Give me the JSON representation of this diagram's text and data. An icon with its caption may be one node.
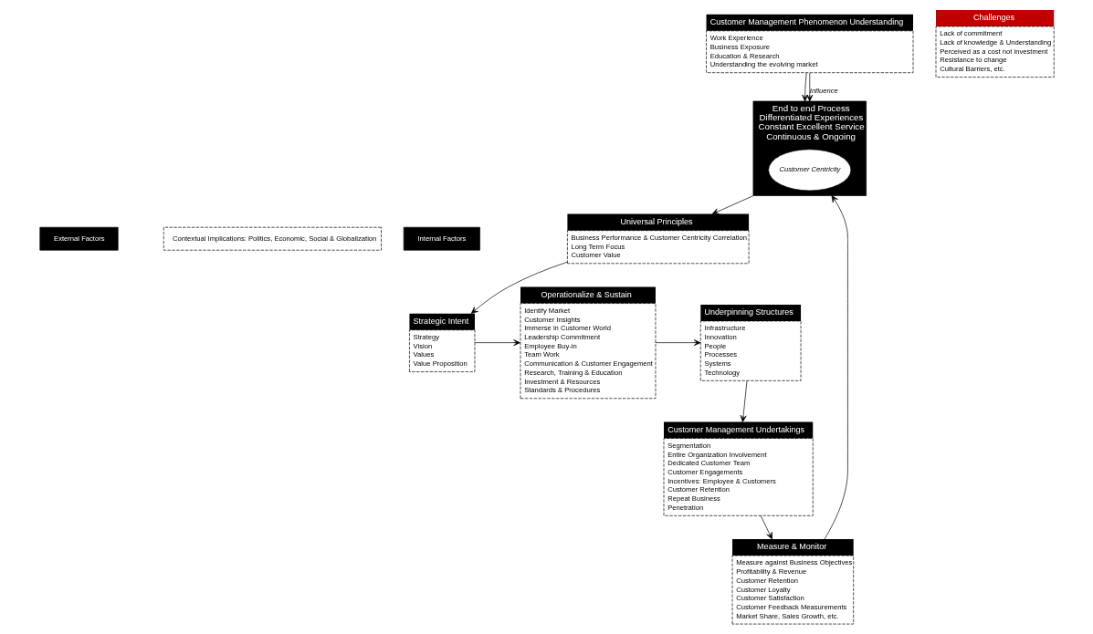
{
  "diagram": {
    "nodes": [
      {
        "text": [
          "External Factors"
        ]
      },
      {
        "text": [
          "Contextual Implications: Politics, Economic, Social & Globalization"
        ]
      },
      {
        "text": [
          "Internal Factors"
        ]
      },
      {
        "text": [
          "Strategic Intent",
          "Strategy",
          "Vision",
          "Values",
          "Value Proposition"
        ]
      },
      {
        "text": [
          "Operationalize & Sustain",
          "Identify Market",
          "Customer Insights",
          "Immerse in Customer World",
          "Leadership Commitment",
          "Employee Buy-in",
          "Team Work",
          "Communication & Customer Engagement",
          "Research, Training & Education",
          "Investment & Resources",
          "Standards & Procedures"
        ]
      },
      {
        "text": [
          "Underpinning Structures",
          "Infrastructure",
          "Innovation",
          "People",
          "Processes",
          "Systems",
          "Technology"
        ]
      },
      {
        "text": [
          "Universal Principles",
          "Business Performance & Customer Centricity Correlation",
          "Long Term Focus",
          "Customer Value"
        ]
      },
      {
        "text": [
          "End to end Process",
          "Differentiated Experiences",
          "Constant Excellent Service",
          "Continuous & Ongoing"
        ]
      },
      {
        "text": [
          "Customer Centricity"
        ],
        "in": 7
      },
      {
        "text": [
          "Customer Management Undertakings",
          "Segmentation",
          "Entire Organization Involvement",
          "Dedicated Customer Team",
          "Customer Engagements",
          "Incentives: Employee & Customers",
          "Customer Retention",
          "Repeat Business",
          "Penetration"
        ]
      },
      {
        "text": [
          "Measure & Monitor",
          "Measure against Business Objectives",
          "Profitability & Revenue",
          "Customer Retention",
          "Customer Loyalty",
          "Customer Satisfaction",
          "Customer Feedback Measurements",
          "Market Share, Sales Growth, etc."
        ]
      },
      {
        "text": [
          "Customer Management Phenomenon Understanding",
          "Work Experience",
          "Business Exposure",
          "Education & Research",
          "Understanding the evolving market"
        ]
      },
      {
        "text": [
          "Challenges",
          "Lack of commitment",
          "Lack of knowledge & Understanding",
          "Perceived as a cost not investment",
          "Resistance to change",
          "Cultural Barriers, etc."
        ]
      }
    ],
    "edges": [
      {
        "from": 3,
        "to": 4,
        "arrow": "to"
      },
      {
        "from": 4,
        "to": 5,
        "arrow": "to"
      },
      {
        "from": 5,
        "to": 9,
        "arrow": "to"
      },
      {
        "from": 9,
        "to": 10,
        "arrow": "to"
      },
      {
        "from": 10,
        "to": 7,
        "arrow": "to"
      },
      {
        "from": 11,
        "to": 7,
        "arrow": "to"
      },
      {
        "from": 11,
        "to": 7,
        "arrow": "to",
        "label": "Influence"
      },
      {
        "from": 7,
        "to": 6,
        "arrow": "to"
      },
      {
        "from": 6,
        "to": 3,
        "arrow": "to"
      }
    ]
  }
}
